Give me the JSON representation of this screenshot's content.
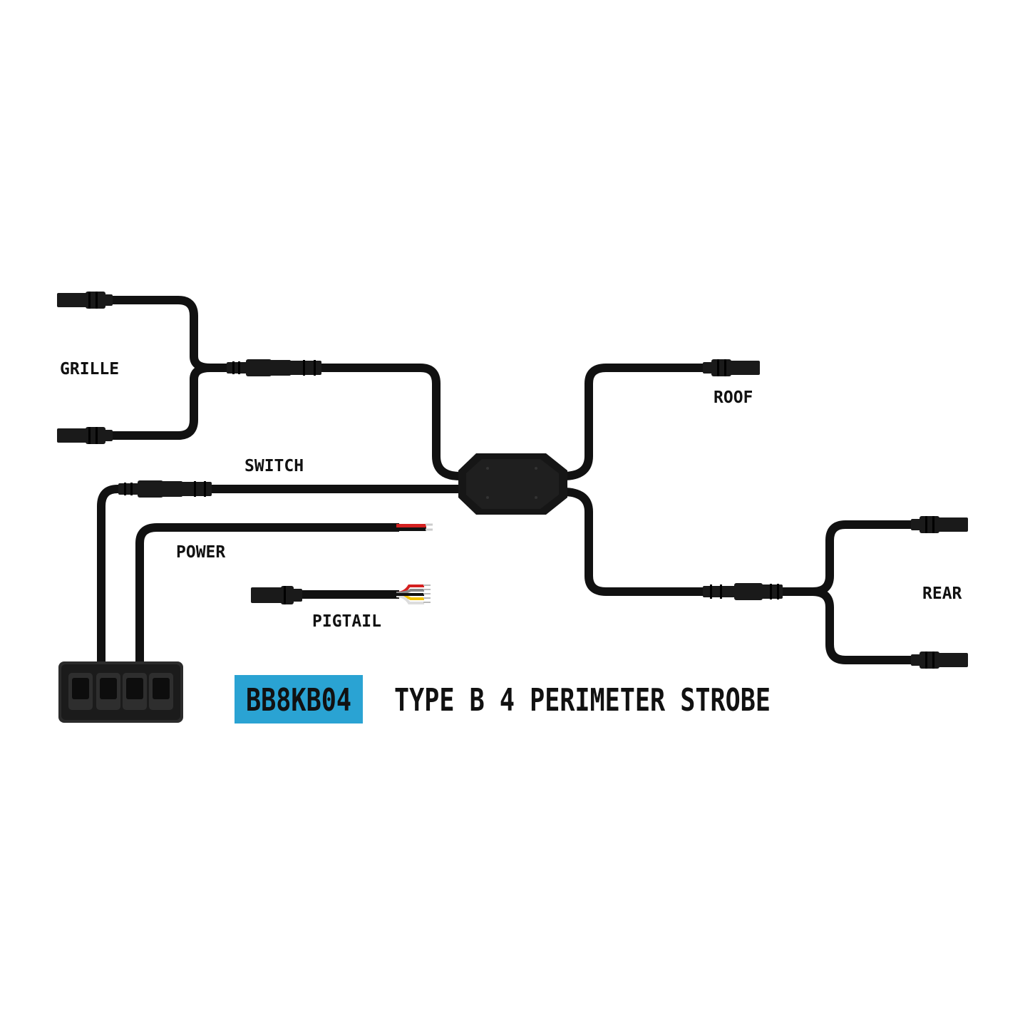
{
  "labels": {
    "grille": "GRILLE",
    "roof": "ROOF",
    "switch": "SWITCH",
    "power": "POWER",
    "pigtail": "PIGTAIL",
    "rear": "REAR"
  },
  "product": {
    "code": "BB8KB04",
    "title": "TYPE B 4 PERIMETER STROBE"
  },
  "colors": {
    "cable": "#111111",
    "badge_bg": "#2aa3d3",
    "hub": "#161616",
    "switch_panel": "#2b2b2b",
    "wire_red": "#d42020",
    "wire_yellow": "#f2c200",
    "wire_white": "#eeeeee",
    "wire_gray": "#888888"
  },
  "icons": {
    "hub": "junction-box-icon",
    "switch_panel": "rocker-switch-panel-icon",
    "connector": "connector-plug-icon"
  }
}
